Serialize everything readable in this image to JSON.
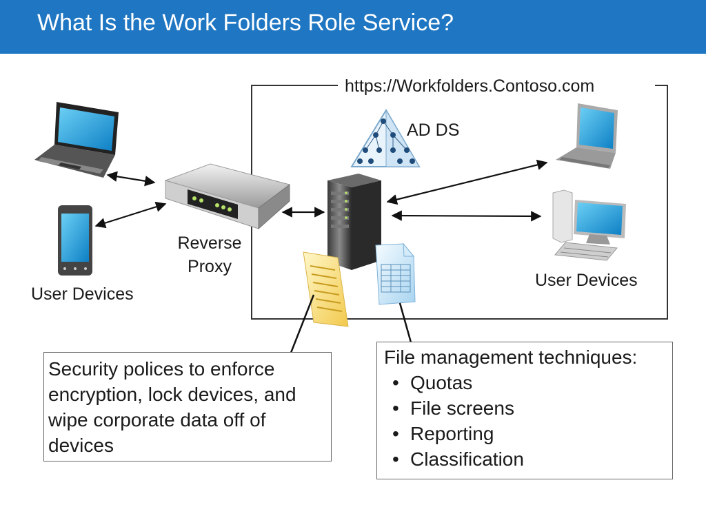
{
  "header": {
    "title": "What Is the Work Folders Role Service?"
  },
  "diagram": {
    "url_label": "https://Workfolders.Contoso.com",
    "ad_ds_label": "AD DS",
    "reverse_proxy_label": "Reverse\nProxy",
    "user_devices_left_label": "User Devices",
    "user_devices_right_label": "User Devices"
  },
  "security_note": {
    "text": "Security polices to enforce encryption, lock devices, and wipe corporate data off of devices"
  },
  "file_management_note": {
    "heading": "File management techniques:",
    "items": [
      "Quotas",
      "File screens",
      "Reporting",
      "Classification"
    ]
  },
  "colors": {
    "title_bar": "#1f76c2",
    "screen": "#1a9ad8",
    "border": "#333333"
  },
  "icons": [
    "laptop-icon",
    "phone-icon",
    "reverse-proxy-icon",
    "server-icon",
    "ad-ds-pyramid-icon",
    "document-icon",
    "spreadsheet-icon",
    "desktop-computer-icon"
  ]
}
